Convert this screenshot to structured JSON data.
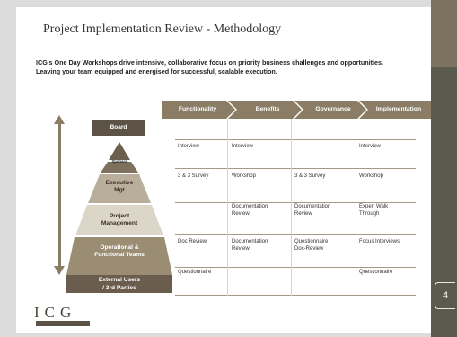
{
  "slide": {
    "title": "Project  Implementation  Review  - Methodology",
    "intro_line1": "ICG's One Day Workshops drive intensive, collaborative focus on priority business challenges and opportunities.",
    "intro_line2": "Leaving your team equipped and energised  for successful,  scalable  execution.",
    "page_number": "4"
  },
  "pyramid": {
    "board": "Board",
    "sponsor": "Sponsor",
    "exec_line1": "Executive",
    "exec_line2": "Mgt",
    "pm_line1": "Project",
    "pm_line2": "Management",
    "ops_line1": "Operational &",
    "ops_line2": "Functional Teams",
    "ext_line1": "External Users",
    "ext_line2": "/ 3rd Parties"
  },
  "table": {
    "headers": [
      "Functionality",
      "Benefits",
      "Governance",
      "Implementation"
    ],
    "rows": [
      [
        "Interview",
        "Interview",
        "",
        "Interview"
      ],
      [
        "3 & 3 Survey",
        "Workshop",
        "3 & 3 Survey",
        "Workshop"
      ],
      [
        "",
        "Documentation\nReview",
        "Documentation\nReview",
        "Expert Walk\nThrough"
      ],
      [
        "Doc Review",
        "Documentation\nReview",
        "Questionnaire\nDoc-Review",
        "Focus Interviews"
      ],
      [
        "Questionnaire",
        "",
        "",
        "Questionnaire"
      ]
    ]
  },
  "logo": {
    "text": "ICG"
  },
  "colors": {
    "dark_brown": "#5c5245",
    "header_brown": "#8b7d65",
    "right_bar": "#5a5a4d"
  }
}
